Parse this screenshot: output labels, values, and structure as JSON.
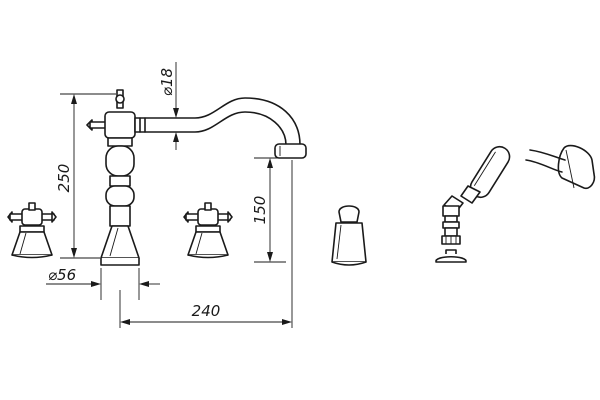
{
  "dimensions": {
    "total_height": "250",
    "outlet_height": "150",
    "spacing": "240",
    "base_diameter": "⌀56",
    "spout_diameter": "⌀18"
  }
}
